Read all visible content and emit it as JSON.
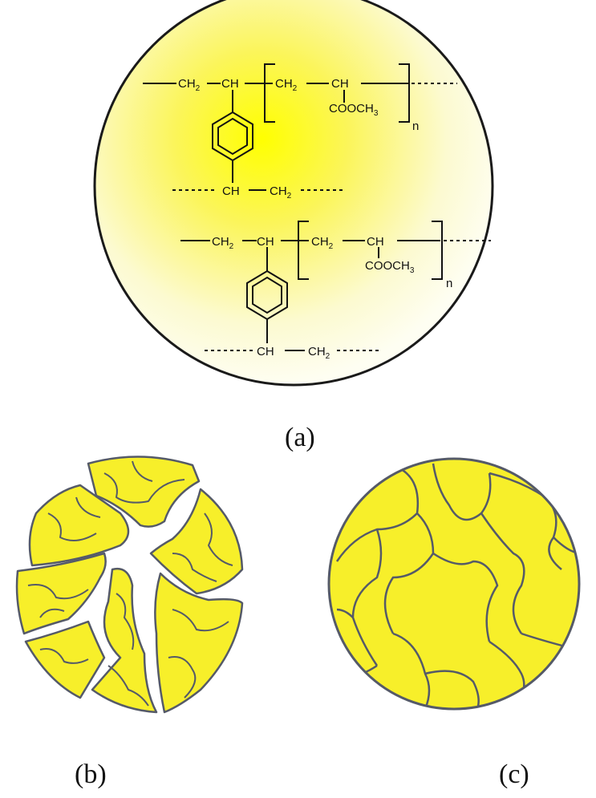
{
  "panels": [
    {
      "id": "a",
      "caption": "(a)"
    },
    {
      "id": "b",
      "caption": "(b)"
    },
    {
      "id": "c",
      "caption": "(c)"
    }
  ],
  "formula": {
    "ch2": "CH",
    "ch": "CH",
    "ester": "COOCH",
    "sub2": "2",
    "sub3": "3",
    "repeat": "n"
  },
  "colors": {
    "fill_yellow": "#f7ef2a",
    "glow_center": "#ffff00",
    "outline": "#1a1a1a",
    "crack_stroke": "#555a68",
    "background": "#ffffff"
  }
}
